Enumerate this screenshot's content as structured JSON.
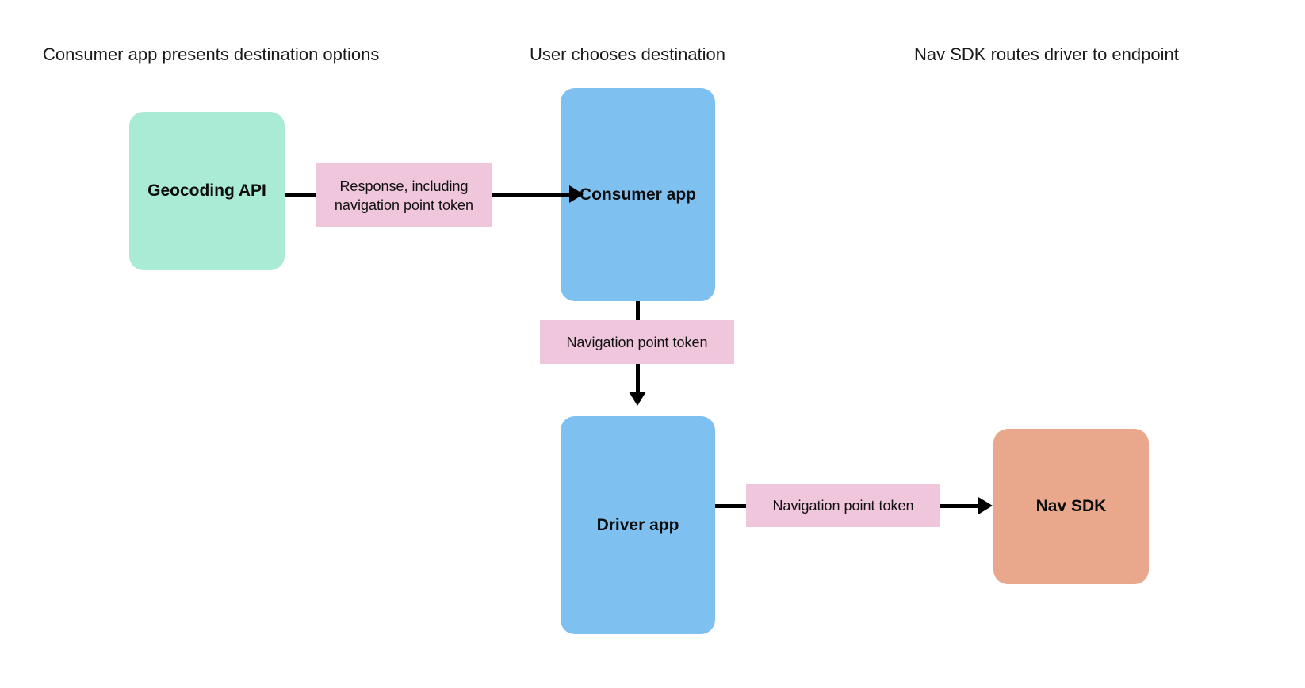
{
  "diagram": {
    "title_row": [
      {
        "id": "col-1",
        "label": "Consumer app presents destination options"
      },
      {
        "id": "col-2",
        "label": "User chooses destination"
      },
      {
        "id": "col-3",
        "label": "Nav SDK routes driver to endpoint"
      }
    ],
    "nodes": [
      {
        "id": "geocoding-api",
        "label": "Geocoding API",
        "color": "#a9ebd4"
      },
      {
        "id": "consumer-app",
        "label": "Consumer app",
        "color": "#7ec0f0"
      },
      {
        "id": "driver-app",
        "label": "Driver app",
        "color": "#7ec0f0"
      },
      {
        "id": "nav-sdk",
        "label": "Nav SDK",
        "color": "#e9a88c"
      }
    ],
    "edge_labels": [
      {
        "id": "geocoding-to-consumer",
        "label": "Response, including navigation point token",
        "color": "#efc6db"
      },
      {
        "id": "consumer-to-driver",
        "label": "Navigation point token",
        "color": "#efc6db"
      },
      {
        "id": "driver-to-navsdk",
        "label": "Navigation point token",
        "color": "#efc6db"
      }
    ],
    "colors": {
      "background": "#ffffff",
      "arrow": "#000000",
      "text": "#111111",
      "mint": "#a9ebd4",
      "blue": "#7ec0f0",
      "salmon": "#e9a88c",
      "pink": "#efc6db"
    }
  }
}
